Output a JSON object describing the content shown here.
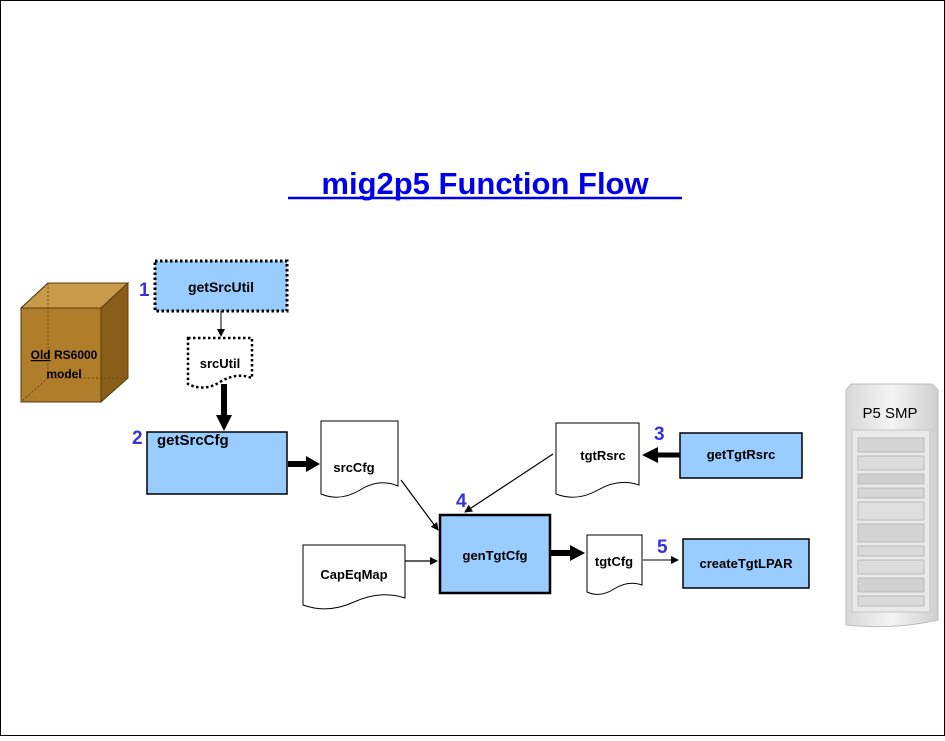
{
  "title": "mig2p5 Function Flow",
  "colors": {
    "process_fill": "#99ccff",
    "step_number": "#3333dd",
    "title": "#0000ee",
    "box_brown": "#b07d2b"
  },
  "source_machine": {
    "label_underlined": "Old",
    "label_rest": " RS6000",
    "label_line2": "model"
  },
  "target_machine": {
    "label": "P5 SMP"
  },
  "steps": {
    "s1": {
      "number": "1",
      "label": "getSrcUtil"
    },
    "s2": {
      "number": "2",
      "label": "getSrcCfg"
    },
    "s3": {
      "number": "3",
      "label": "getTgtRsrc"
    },
    "s4": {
      "number": "4",
      "label": "genTgtCfg"
    },
    "s5": {
      "number": "5",
      "label": "createTgtLPAR"
    }
  },
  "documents": {
    "srcUtil": "srcUtil",
    "srcCfg": "srcCfg",
    "tgtRsrc": "tgtRsrc",
    "capEqMap": "CapEqMap",
    "tgtCfg": "tgtCfg"
  }
}
